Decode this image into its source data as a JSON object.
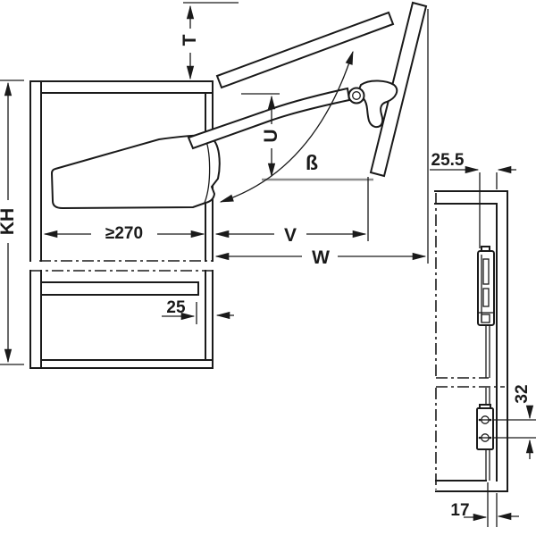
{
  "diagram": {
    "type": "furniture-fitting-installation-drawing",
    "labels": {
      "t": "T",
      "kh": "KH",
      "u": "U",
      "beta": "ß",
      "min_interior": "≥270",
      "v": "V",
      "w": "W",
      "shelf_setback": "25",
      "front_distance": "25.5",
      "hole_spacing": "32",
      "edge_distance": "17"
    },
    "colors": {
      "line": "#1a1a1a",
      "reference_line": "#8f8f8f",
      "background": "#ffffff"
    }
  }
}
